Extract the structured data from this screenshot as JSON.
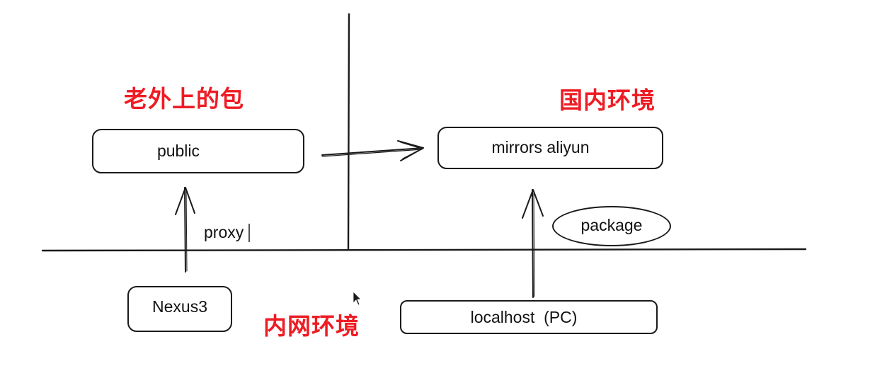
{
  "zones": {
    "foreign": "老外上的包",
    "domestic": "国内环境",
    "intranet": "内网环境"
  },
  "nodes": {
    "public": "public",
    "mirrors": "mirrors aliyun",
    "nexus": "Nexus3",
    "localhost": "localhost  (PC)"
  },
  "edge_labels": {
    "proxy": "proxy",
    "package": "package"
  },
  "colors": {
    "zone_title": "#ee1c24",
    "stroke": "#1a1a1a"
  }
}
